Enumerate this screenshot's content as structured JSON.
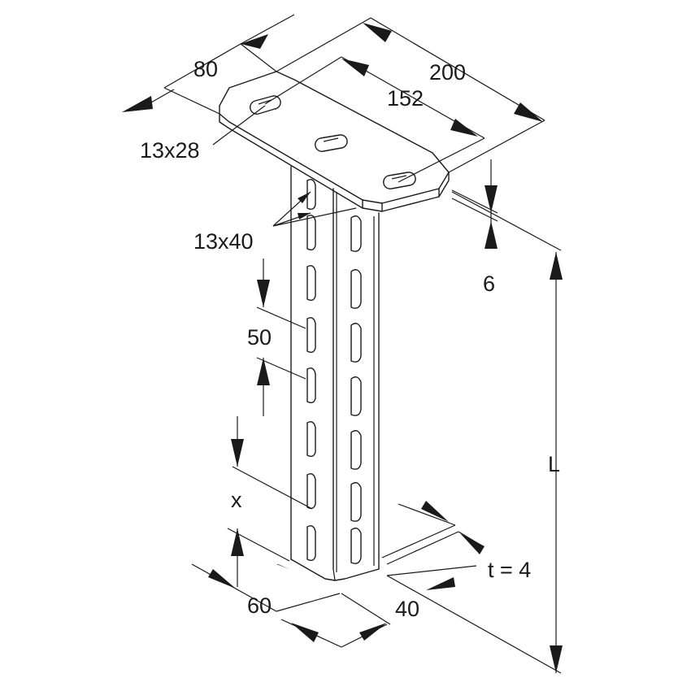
{
  "labels": {
    "plate_depth": "80",
    "plate_width": "200",
    "hole_spacing": "152",
    "plate_hole": "13x28",
    "plate_thickness": "6",
    "column_hole": "13x40",
    "hole_pitch": "50",
    "end_offset": "x",
    "length": "L",
    "profile_width": "60",
    "profile_depth": "40",
    "wall_thickness": "t = 4"
  }
}
